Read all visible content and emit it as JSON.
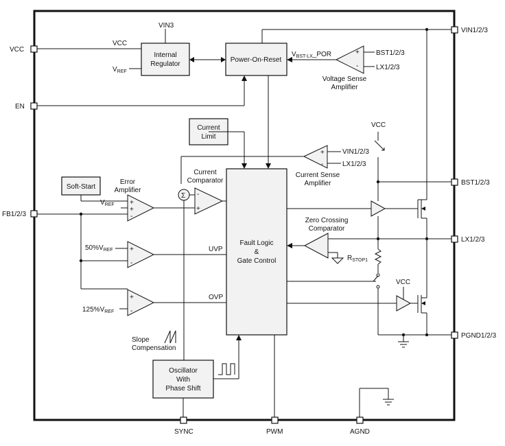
{
  "pins": {
    "vcc": "VCC",
    "en": "EN",
    "fb": "FB1/2/3",
    "vin": "VIN1/2/3",
    "bst": "BST1/2/3",
    "lx": "LX1/2/3",
    "pgnd": "PGND1/2/3",
    "sync": "SYNC",
    "pwm": "PWM",
    "agnd": "AGND"
  },
  "blocks": {
    "internal_regulator": [
      "Internal",
      "Regulator"
    ],
    "power_on_reset": "Power-On-Reset",
    "current_limit": [
      "Current",
      "Limit"
    ],
    "soft_start": "Soft-Start",
    "fault_logic": [
      "Fault Logic",
      "&",
      "Gate Control"
    ],
    "oscillator": [
      "Oscillator",
      "With",
      "Phase Shift"
    ]
  },
  "labels": {
    "vin3": "VIN3",
    "vcc_wire": "VCC",
    "vref": "V",
    "vref_sub": "REF",
    "vbst_lx_por_main": "V",
    "vbst_lx_por_sub": "BST-LX",
    "vbst_lx_por_tail": "_POR",
    "bst_in": "BST1/2/3",
    "lx_in": "LX1/2/3",
    "voltage_sense": [
      "Voltage Sense",
      "Amplifier"
    ],
    "vin_cs": "VIN1/2/3",
    "lx_cs": "LX1/2/3",
    "current_sense": [
      "Current Sense",
      "Amplifier"
    ],
    "current_comp": [
      "Current",
      "Comparator"
    ],
    "error_amp": [
      "Error",
      "Amplifier"
    ],
    "vref_err": "V",
    "vref_err_sub": "REF",
    "uvp_ref": "50%V",
    "uvp_ref_sub": "REF",
    "ovp_ref": "125%V",
    "ovp_ref_sub": "REF",
    "uvp": "UVP",
    "ovp": "OVP",
    "vcc_top": "VCC",
    "vcc_low": "VCC",
    "zero_cross": [
      "Zero Crossing",
      "Comparator"
    ],
    "rstop": "R",
    "rstop_sub": "STOP1",
    "slope": [
      "Slope",
      "Compensation"
    ],
    "sigma": "Σ",
    "plus": "+",
    "minus": "-"
  }
}
